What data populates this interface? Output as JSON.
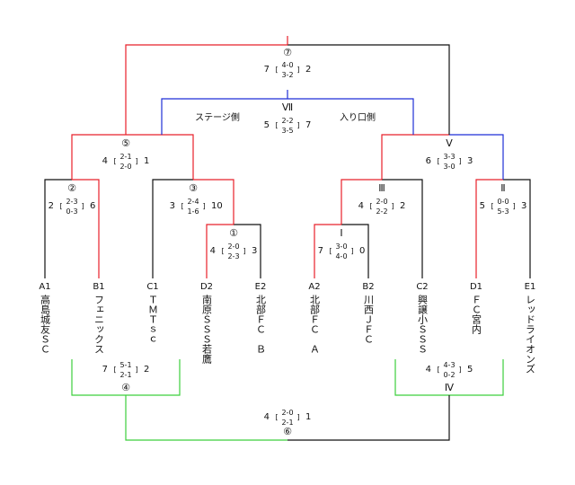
{
  "colors": {
    "winner_red": "#e8202a",
    "winner_blue": "#1f2fd6",
    "consolation_green": "#3ccf3c",
    "line": "#111111"
  },
  "sides": {
    "left": "ステージ側",
    "right": "入り口側"
  },
  "teams": [
    {
      "code": "A1",
      "name": "高島城友ＳＣ"
    },
    {
      "code": "B1",
      "name": "フェニックス"
    },
    {
      "code": "C1",
      "name": "ＴＭＴｓｃ"
    },
    {
      "code": "D2",
      "name": "南原ＳＳＳ若鷹"
    },
    {
      "code": "E2",
      "name": "北部ＦＣ　Ｂ"
    },
    {
      "code": "A2",
      "name": "北部ＦＣ　Ａ"
    },
    {
      "code": "B2",
      "name": "川西ＪＦＣ"
    },
    {
      "code": "C2",
      "name": "興譲小ＳＳＳ"
    },
    {
      "code": "D1",
      "name": "ＦＣ宮内"
    },
    {
      "code": "E1",
      "name": "レッドライオンズ"
    }
  ],
  "matches": {
    "m1": {
      "mark": "①",
      "left": "4",
      "halves": [
        "2-0",
        "2-3"
      ],
      "right": "3"
    },
    "m2": {
      "mark": "②",
      "left": "2",
      "halves": [
        "2-3",
        "0-3"
      ],
      "right": "6"
    },
    "m3": {
      "mark": "③",
      "left": "3",
      "halves": [
        "2-4",
        "1-6"
      ],
      "right": "10"
    },
    "m4": {
      "mark": "④",
      "left": "7",
      "halves": [
        "5-1",
        "2-1"
      ],
      "right": "2"
    },
    "m5": {
      "mark": "⑤",
      "left": "4",
      "halves": [
        "2-1",
        "2-0"
      ],
      "right": "1"
    },
    "m6": {
      "mark": "⑥",
      "left": "4",
      "halves": [
        "2-0",
        "2-1"
      ],
      "right": "1"
    },
    "m7": {
      "mark": "⑦",
      "left": "7",
      "halves": [
        "4-0",
        "3-2"
      ],
      "right": "2"
    },
    "mI": {
      "mark": "Ⅰ",
      "left": "7",
      "halves": [
        "3-0",
        "4-0"
      ],
      "right": "0"
    },
    "mII": {
      "mark": "Ⅱ",
      "left": "5",
      "halves": [
        "0-0",
        "5-3"
      ],
      "right": "3"
    },
    "mIII": {
      "mark": "Ⅲ",
      "left": "4",
      "halves": [
        "2-0",
        "2-2"
      ],
      "right": "2"
    },
    "mIV": {
      "mark": "Ⅳ",
      "left": "4",
      "halves": [
        "4-3",
        "0-2"
      ],
      "right": "5"
    },
    "mV": {
      "mark": "Ⅴ",
      "left": "6",
      "halves": [
        "3-3",
        "3-0"
      ],
      "right": "3"
    },
    "mVII": {
      "mark": "Ⅶ",
      "left": "5",
      "halves": [
        "2-2",
        "3-5"
      ],
      "right": "7"
    }
  }
}
